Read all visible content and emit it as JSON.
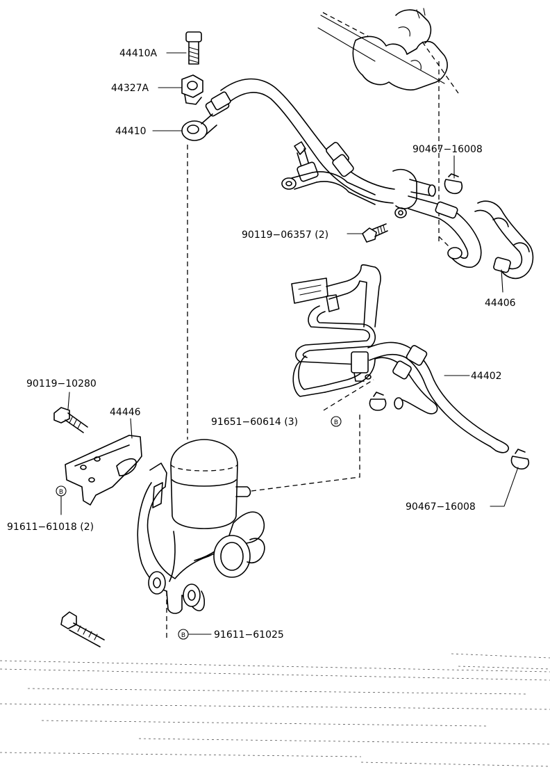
{
  "callouts": {
    "p44410A": "44410A",
    "p44327A": "44327A",
    "p44410": "44410",
    "p90467_top": "90467−16008",
    "p90119_06357": "90119−06357 (2)",
    "p44406": "44406",
    "p44402": "44402",
    "p90119_10280": "90119−10280",
    "p44446": "44446",
    "p91651": "91651−60614 (3)",
    "p90467_bottom": "90467−16008",
    "p91611_61018": "91611−61018 (2)",
    "p91611_61025": "91611−61025"
  },
  "markers": {
    "b_symbol": "B"
  }
}
